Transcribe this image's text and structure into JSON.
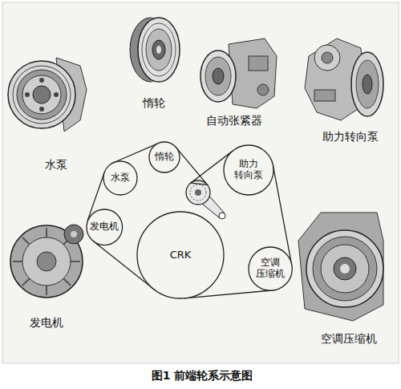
{
  "diagram": {
    "caption": "图1 前端轮系示意图",
    "nodes": [
      {
        "text": [
          "惰轮"
        ]
      },
      {
        "text": [
          "助力 转向泵"
        ]
      },
      {
        "text": [
          "水泵"
        ]
      },
      {
        "text": [
          "发电机"
        ]
      },
      {
        "text": [
          "CRK"
        ]
      },
      {
        "text": [
          "空调 压缩机"
        ]
      }
    ],
    "edges": [
      {
        "from": 2,
        "to": 0,
        "arrow": "none"
      },
      {
        "from": 0,
        "to": 1,
        "arrow": "none"
      },
      {
        "from": 1,
        "to": 5,
        "arrow": "none"
      },
      {
        "from": 5,
        "to": 4,
        "arrow": "none"
      },
      {
        "from": 4,
        "to": 3,
        "arrow": "none"
      },
      {
        "from": 3,
        "to": 2,
        "arrow": "none"
      }
    ],
    "labels": [
      "惰轮",
      "自动张紧器",
      "助力转向泵",
      "水泵",
      "发电机",
      "空调压缩机"
    ]
  }
}
